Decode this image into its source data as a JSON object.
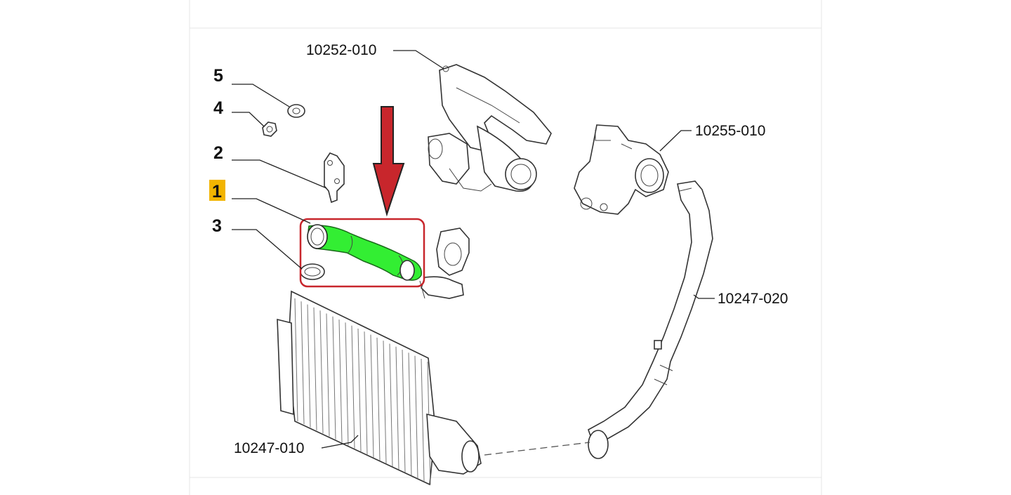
{
  "colors": {
    "highlight_part": "#33ee33",
    "highlight_box": "#c8262c",
    "arrow": "#c8262c",
    "selected_badge": "#f2b400",
    "line": "#333333",
    "background": "#ffffff"
  },
  "labels": {
    "p10252_010": "10252-010",
    "p10255_010": "10255-010",
    "p10247_020": "10247-020",
    "p10247_010": "10247-010"
  },
  "ref_numbers": {
    "n5": "5",
    "n4": "4",
    "n2": "2",
    "n1": "1",
    "n3": "3"
  },
  "selected_ref": "1"
}
